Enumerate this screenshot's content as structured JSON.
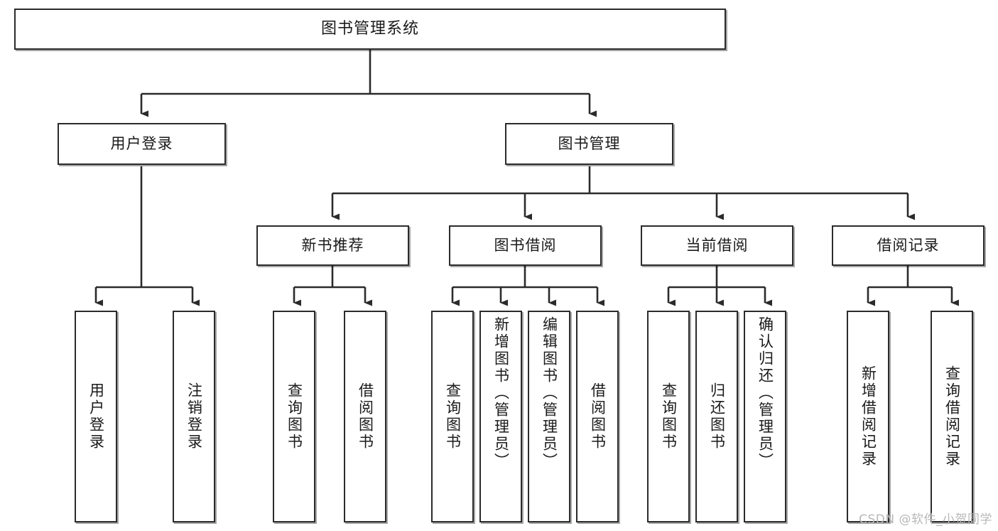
{
  "diagram": {
    "title": "图书管理系统",
    "watermark": "CSDN @软件_小贺同学",
    "accent_color": "#2b2b2b",
    "background_color": "#ffffff",
    "root": {
      "label": "图书管理系统"
    },
    "level2": [
      {
        "label": "用户登录"
      },
      {
        "label": "图书管理"
      }
    ],
    "level3": [
      {
        "label": "新书推荐"
      },
      {
        "label": "图书借阅"
      },
      {
        "label": "当前借阅"
      },
      {
        "label": "借阅记录"
      }
    ],
    "leaves": {
      "user_login": [
        {
          "label": "用户登录"
        },
        {
          "label": "注销登录"
        }
      ],
      "new_book": [
        {
          "label": "查询图书"
        },
        {
          "label": "借阅图书"
        }
      ],
      "book_borrow": [
        {
          "label": "查询图书"
        },
        {
          "label": "新增图书（管理员）"
        },
        {
          "label": "编辑图书（管理员）"
        },
        {
          "label": "借阅图书"
        }
      ],
      "current_borrow": [
        {
          "label": "查询图书"
        },
        {
          "label": "归还图书"
        },
        {
          "label": "确认归还（管理员）"
        }
      ],
      "borrow_record": [
        {
          "label": "新增借阅记录"
        },
        {
          "label": "查询借阅记录"
        }
      ]
    }
  }
}
